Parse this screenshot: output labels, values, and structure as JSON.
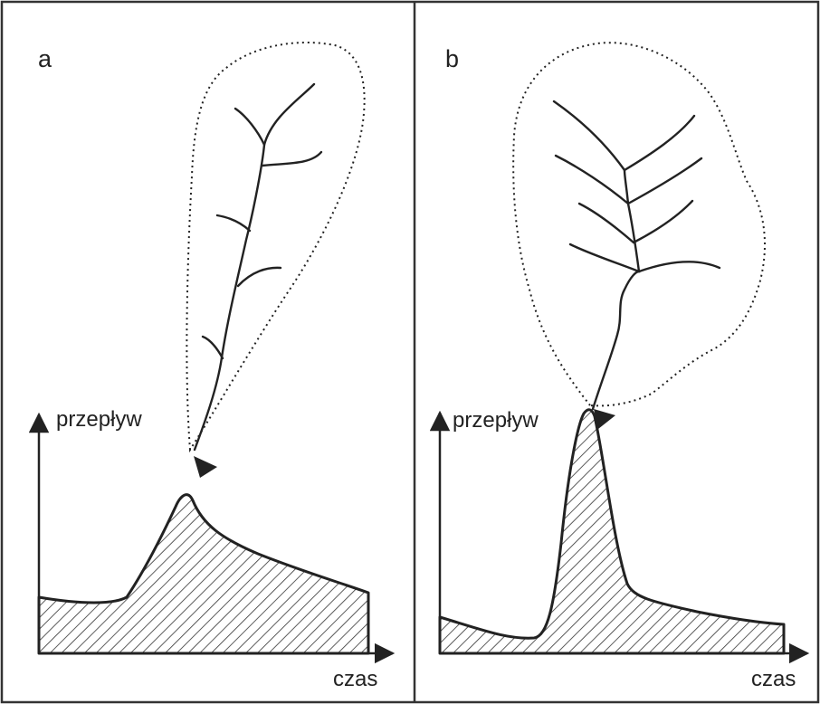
{
  "panels": [
    {
      "letter": "a",
      "y_axis_label": "przepływ",
      "x_axis_label": "czas"
    },
    {
      "letter": "b",
      "y_axis_label": "przepływ",
      "x_axis_label": "czas"
    }
  ],
  "colors": {
    "ink": "#222222",
    "border": "#333333",
    "background": "#ffffff"
  }
}
